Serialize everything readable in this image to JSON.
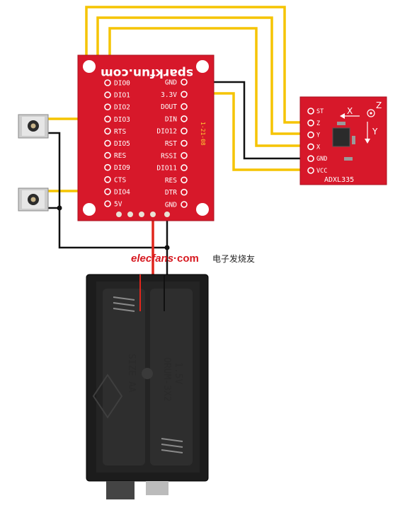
{
  "xbee_board": {
    "brand": "sparkfun.com",
    "side_label": "1-21-08",
    "left_pins": [
      "DIO0",
      "DIO1",
      "DIO2",
      "DIO3",
      "RTS",
      "DIO5",
      "RES",
      "DIO9",
      "CTS",
      "DIO4",
      "5V"
    ],
    "right_pins": [
      "GND",
      "3.3V",
      "DOUT",
      "DIN",
      "DIO12",
      "RST",
      "RSSI",
      "DIO11",
      "RES",
      "DTR",
      "GND"
    ]
  },
  "accelerometer": {
    "pins": [
      "ST",
      "Z",
      "Y",
      "X",
      "GND",
      "VCC"
    ],
    "name": "ADXL335",
    "axes": [
      "X",
      "Y",
      "Z"
    ]
  },
  "buttons": [
    {
      "name": "button-top"
    },
    {
      "name": "button-bottom"
    }
  ],
  "battery_holder": {
    "labels": [
      "1.5V",
      "ORUM-3X2",
      "SIZE AA"
    ]
  },
  "watermark": {
    "site": "elecfans",
    "dot": "·",
    "tld": "com",
    "chinese": "电子发烧友"
  },
  "colors": {
    "board_red": "#d7182a",
    "wire_yellow": "#f5c400",
    "wire_black": "#111111",
    "wire_red": "#e0261c",
    "battery_black": "#1c1c1c"
  }
}
